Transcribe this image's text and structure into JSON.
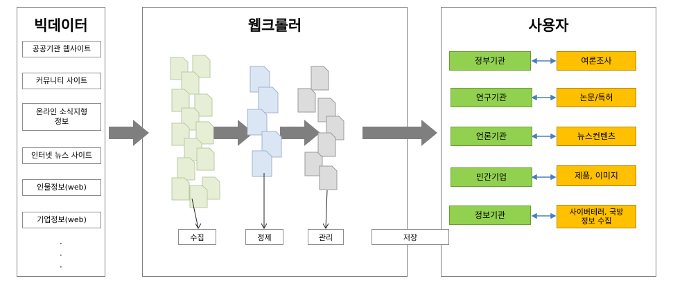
{
  "bigdata": {
    "title": "빅데이터",
    "sources": [
      "공공기관 웹사이트",
      "커뮤니티 사이트",
      "온라인 소식지형\n정보",
      "인터넷 뉴스 사이트",
      "인물정보(web)",
      "기업정보(web)"
    ],
    "ellipsis": [
      "·",
      "·",
      "·"
    ]
  },
  "crawler": {
    "title": "웹크롤러",
    "stages": [
      "수집",
      "정제",
      "관리"
    ]
  },
  "storage_label": "저장",
  "users": {
    "title": "사용자",
    "rows": [
      {
        "org": "정부기관",
        "use": "여론조사"
      },
      {
        "org": "연구기관",
        "use": "논문/특허"
      },
      {
        "org": "언론기관",
        "use": "뉴스컨텐츠"
      },
      {
        "org": "민간기업",
        "use": "제품, 이미지"
      },
      {
        "org": "정보기관",
        "use": "사이버테러, 국방\n정보 수집"
      }
    ]
  },
  "colors": {
    "org_fill": "#92d050",
    "use_fill": "#ffc000",
    "flow_arrow": "#7f7f7f",
    "link_arrow": "#4a7ebb",
    "doc_collect": "#e6efd6",
    "doc_refine": "#dbe6f4",
    "doc_manage": "#dcdcdc"
  }
}
